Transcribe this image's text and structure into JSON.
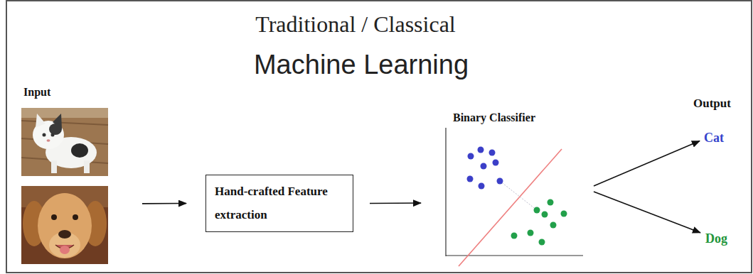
{
  "diagram": {
    "title": "Traditional / Classical",
    "nodes": [
      {
        "text": [
          "Input"
        ]
      },
      {
        "text": [
          "Hand-crafted Feature extraction"
        ]
      },
      {
        "text": [
          "Binary Classifier"
        ]
      },
      {
        "text": [
          "Cat"
        ]
      },
      {
        "text": [
          "Dog"
        ]
      }
    ],
    "edges": [
      {
        "from": 0,
        "to": 1,
        "arrow": "to"
      },
      {
        "from": 1,
        "to": 2,
        "arrow": "to"
      },
      {
        "from": 2,
        "to": 3,
        "arrow": "to"
      },
      {
        "from": 2,
        "to": 4,
        "arrow": "to"
      }
    ],
    "labels": [
      "Machine Learning",
      "Output"
    ]
  }
}
